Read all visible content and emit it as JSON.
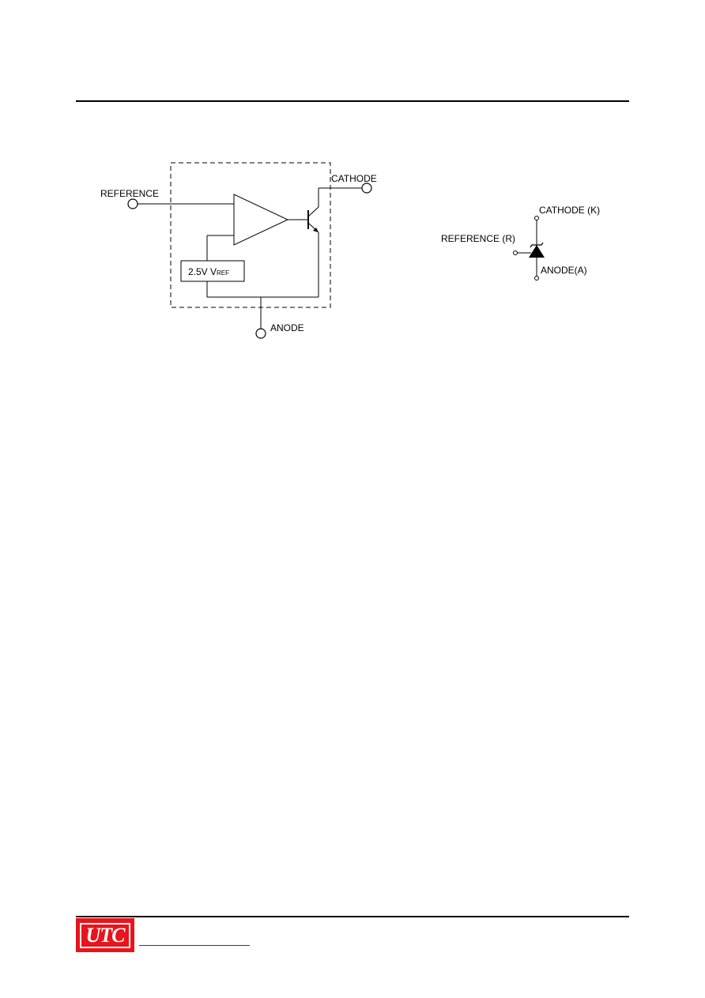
{
  "block_diagram": {
    "reference_label": "REFERENCE",
    "cathode_label": "CATHODE",
    "anode_label": "ANODE",
    "vref_label": "2.5V V",
    "vref_subscript": "REF"
  },
  "symbol": {
    "cathode_label": "CATHODE (K)",
    "reference_label": "REFERENCE (R)",
    "anode_label": "ANODE(A)"
  },
  "footer": {
    "logo_text": "UTC",
    "logo_color": "#e8141c",
    "link_color": "#1a2fd6"
  }
}
